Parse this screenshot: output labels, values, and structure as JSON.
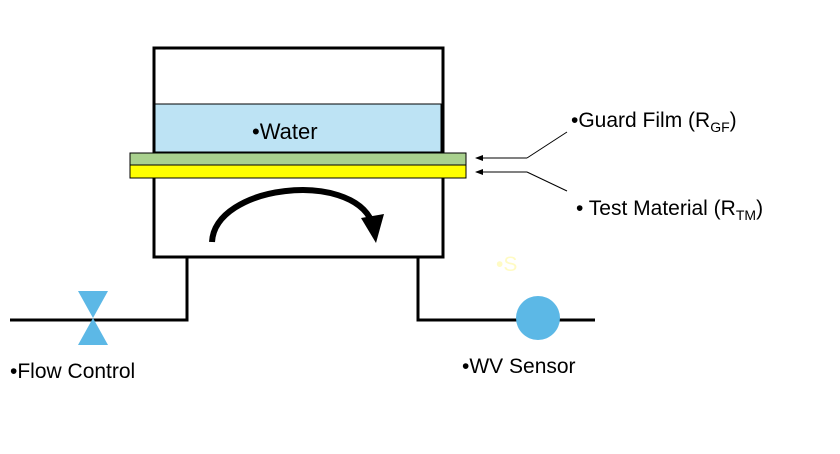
{
  "labels": {
    "water": "•Water",
    "guard_film": "•Guard Film (R",
    "guard_film_sub": "GF",
    "guard_film_close": ")",
    "test_material": "• Test Material (R",
    "test_material_sub": "TM",
    "test_material_close": ")",
    "flow_control": "•Flow Control",
    "wv_sensor": "•WV Sensor",
    "faint_s": "•S"
  },
  "colors": {
    "water": "#bde3f4",
    "guard_film": "#a9d18e",
    "test_material": "#ffff00",
    "valve": "#5cb8e6",
    "sensor": "#5cb8e6",
    "faint_s": "#fffbc4"
  },
  "icons": {
    "valve": "bowtie-valve-icon",
    "sensor": "circle-sensor-icon",
    "flow": "curved-arrow-icon"
  }
}
